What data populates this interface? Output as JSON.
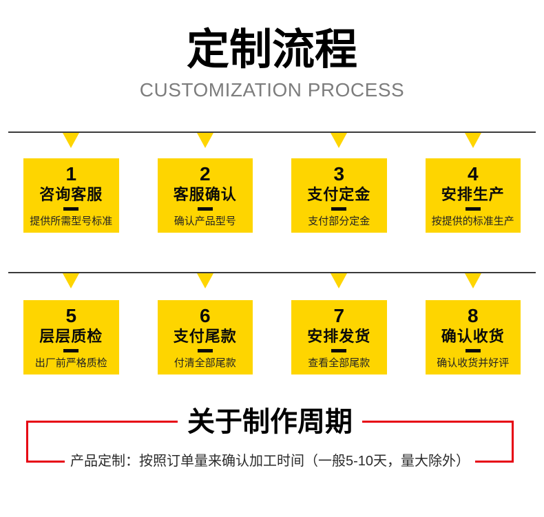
{
  "header": {
    "title": "定制流程",
    "subtitle": "CUSTOMIZATION PROCESS"
  },
  "steps": [
    {
      "num": "1",
      "title": "咨询客服",
      "desc": "提供所需型号标准"
    },
    {
      "num": "2",
      "title": "客服确认",
      "desc": "确认产品型号"
    },
    {
      "num": "3",
      "title": "支付定金",
      "desc": "支付部分定金"
    },
    {
      "num": "4",
      "title": "安排生产",
      "desc": "按提供的标准生产"
    },
    {
      "num": "5",
      "title": "层层质检",
      "desc": "出厂前严格质检"
    },
    {
      "num": "6",
      "title": "支付尾款",
      "desc": "付清全部尾款"
    },
    {
      "num": "7",
      "title": "安排发货",
      "desc": "查看全部尾款"
    },
    {
      "num": "8",
      "title": "确认收货",
      "desc": "确认收货并好评"
    }
  ],
  "production_cycle": {
    "title": "关于制作周期",
    "note": "产品定制：按照订单量来确认加工时间（一般5-10天，量大除外）"
  },
  "colors": {
    "accent_yellow": "#fed500",
    "accent_red": "#e60012",
    "divider_line": "#3a3a3a",
    "subtitle_gray": "#7d7d7d"
  }
}
